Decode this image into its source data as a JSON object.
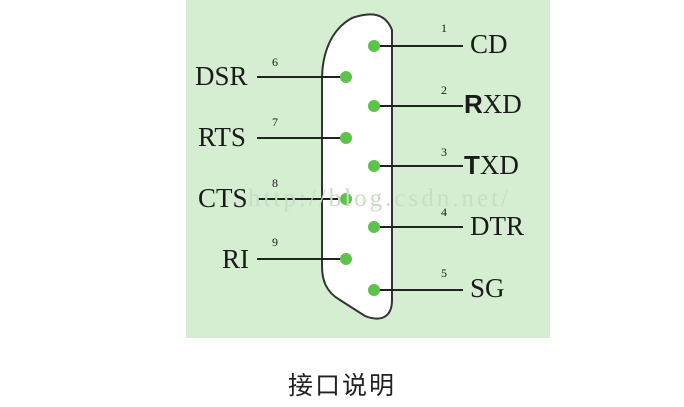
{
  "diagram": {
    "watermark": "http://blog.csdn.net/",
    "left_pins": [
      {
        "num": "6",
        "label": "DSR"
      },
      {
        "num": "7",
        "label": "RTS"
      },
      {
        "num": "8",
        "label": "CTS"
      },
      {
        "num": "9",
        "label": "RI"
      }
    ],
    "right_pins": [
      {
        "num": "1",
        "label": "CD",
        "prefix": ""
      },
      {
        "num": "2",
        "label": "XD",
        "prefix": "R"
      },
      {
        "num": "3",
        "label": "XD",
        "prefix": "T"
      },
      {
        "num": "4",
        "label": "DTR",
        "prefix": ""
      },
      {
        "num": "5",
        "label": "SG",
        "prefix": ""
      }
    ],
    "colors": {
      "panel": "#d5edd1",
      "connector_fill": "#ffffff",
      "pin_dot": "#5cc24a",
      "line": "#222222"
    }
  },
  "caption": "接口说明"
}
